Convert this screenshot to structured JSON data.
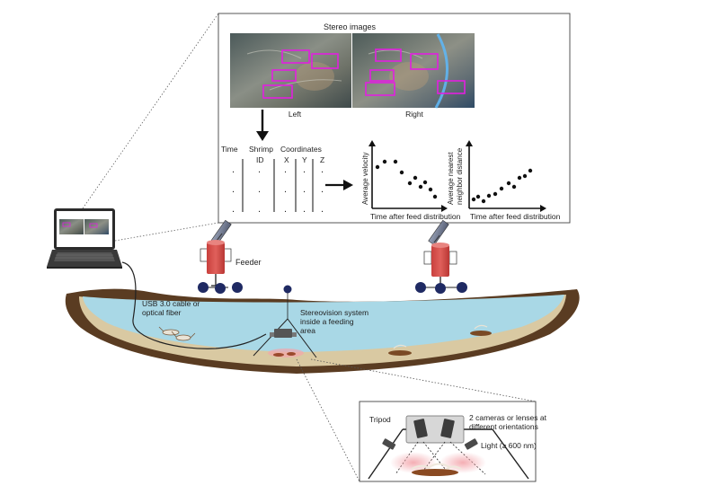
{
  "stereo": {
    "title": "Stereo images",
    "left_label": "Left",
    "right_label": "Right"
  },
  "table": {
    "time_header": "Time",
    "shrimp_header": "Shrimp",
    "shrimp_sub": "ID",
    "coord_header": "Coordinates",
    "x": "X",
    "y": "Y",
    "z": "Z",
    "row_marker": "."
  },
  "plot1": {
    "ylabel": "Average velocity",
    "xlabel": "Time after feed distribution"
  },
  "plot2": {
    "ylabel_line1": "Average nearest",
    "ylabel_line2": "neighbor distance",
    "xlabel": "Time after feed distribution"
  },
  "pond": {
    "feeder_label": "Feeder",
    "cable_label": "USB 3.0 cable or optical fiber",
    "stereo_system_label": "Stereovision system inside a feeding area"
  },
  "inset": {
    "tripod_label": "Tripod",
    "cameras_label": "2 cameras or lenses at different orientations",
    "light_label": "Light (≥ 600 nm)"
  },
  "colors": {
    "water": "#a9d8e6",
    "sediment": "#d9c9a2",
    "soil": "#5a3c22",
    "feeder_body": "#d9534f",
    "wheels": "#1f2a63",
    "bbox": "#e21fe0",
    "laser": "#f0a7ad"
  }
}
